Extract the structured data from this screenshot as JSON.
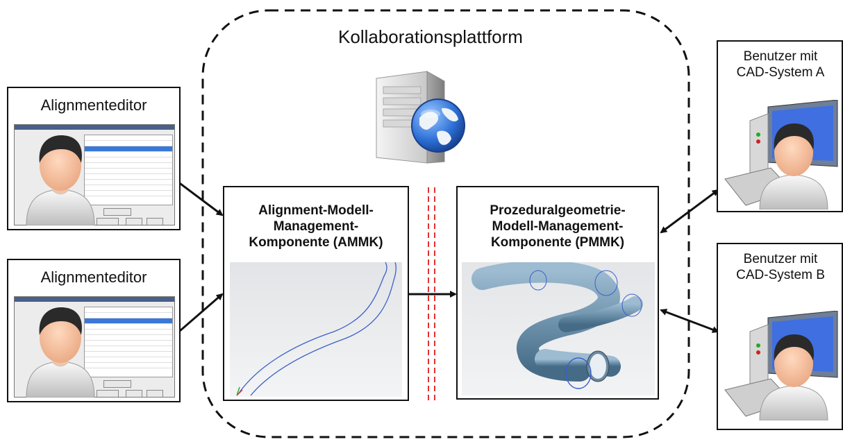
{
  "platform": {
    "title": "Kollaborationsplattform"
  },
  "left_editors": [
    {
      "title": "Alignmenteditor"
    },
    {
      "title": "Alignmenteditor"
    }
  ],
  "components": {
    "ammk": {
      "title": "Alignment-Modell-\nManagement-\nKomponente (AMMK)"
    },
    "pmmk": {
      "title": "Prozeduralgeometrie-\nModell-Management-\nKomponente (PMMK)"
    }
  },
  "users": [
    {
      "title": "Benutzer mit\nCAD-System A"
    },
    {
      "title": "Benutzer mit\nCAD-System B"
    }
  ],
  "icons": {
    "server": "server-icon",
    "globe": "globe-icon",
    "person": "person-icon",
    "computer": "computer-icon"
  },
  "colors": {
    "separator": "#e53030",
    "arrow": "#111111",
    "pipe": "#6f93ad",
    "alignment_line": "#3b5fc9"
  }
}
